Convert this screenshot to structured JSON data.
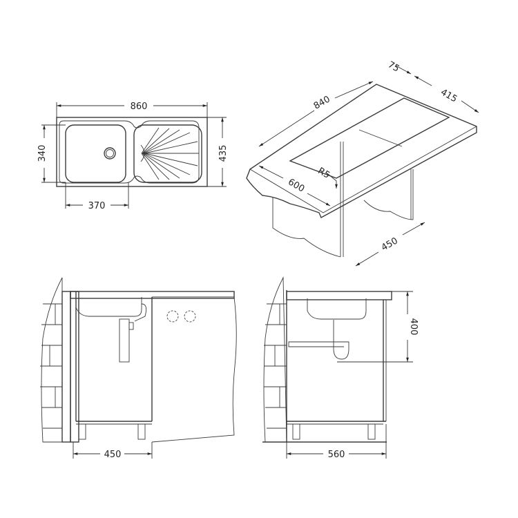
{
  "diagram": {
    "subject": "Single bowl kitchen sink with drainer - technical dimension drawing",
    "views": {
      "top_view": {
        "overall_width": "860",
        "overall_depth": "435",
        "bowl_depth": "340",
        "bowl_width": "370"
      },
      "cutout_isometric": {
        "cutout_length": "840",
        "front_offset": "75",
        "cutout_depth": "415",
        "corner_radius": "R5",
        "worktop_depth": "600",
        "cabinet_width": "450"
      },
      "front_elevation": {
        "cabinet_width": "450"
      },
      "side_elevation": {
        "cabinet_depth": "560",
        "waste_height": "400"
      }
    }
  }
}
